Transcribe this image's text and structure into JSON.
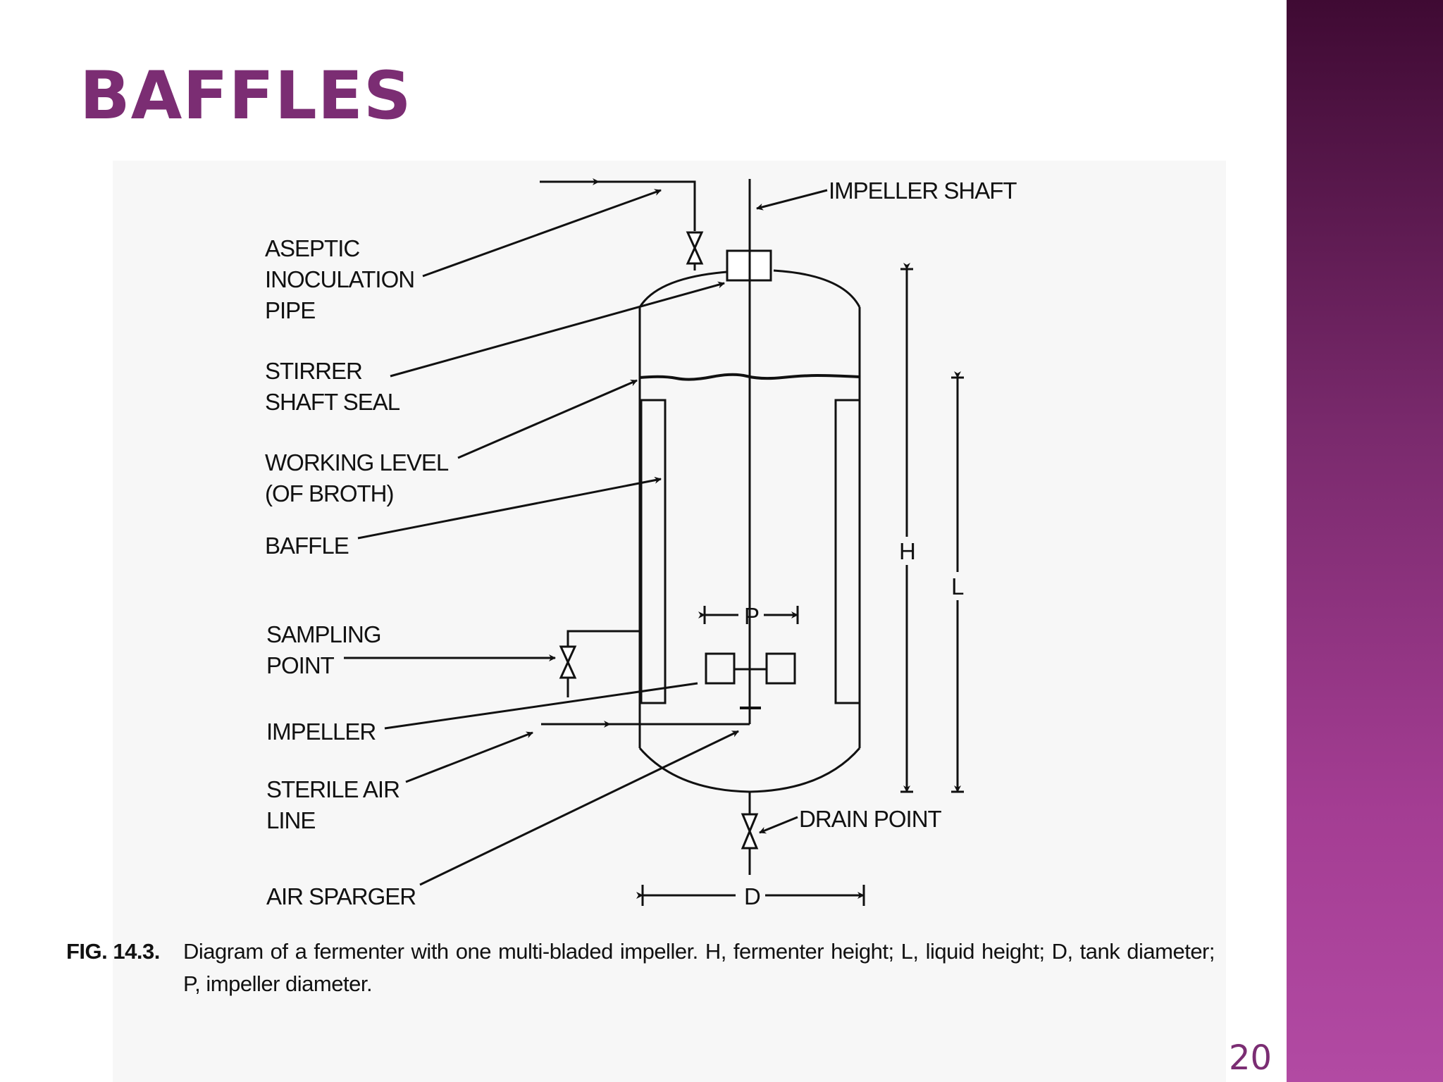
{
  "slide": {
    "title": "BAFFLES",
    "page_number": "20",
    "accent_color": "#7b2d73"
  },
  "diagram": {
    "labels": {
      "impeller_shaft": "IMPELLER SHAFT",
      "aseptic_line1": "ASEPTIC",
      "aseptic_line2": "INOCULATION",
      "aseptic_line3": "PIPE",
      "stirrer_line1": "STIRRER",
      "stirrer_line2": "SHAFT SEAL",
      "working_line1": "WORKING LEVEL",
      "working_line2": "(OF BROTH)",
      "baffle": "BAFFLE",
      "sampling_line1": "SAMPLING",
      "sampling_line2": "POINT",
      "impeller": "IMPELLER",
      "sterile_line1": "STERILE AIR",
      "sterile_line2": "LINE",
      "air_sparger": "AIR SPARGER",
      "drain_point": "DRAIN POINT",
      "dim_h": "H",
      "dim_l": "L",
      "dim_p": "P",
      "dim_d": "D"
    }
  },
  "caption": {
    "figure_number": "FIG. 14.3.",
    "text": "Diagram of a fermenter with one multi-bladed impeller. H, fermenter height; L, liquid height; D, tank diameter; P, impeller diameter."
  }
}
